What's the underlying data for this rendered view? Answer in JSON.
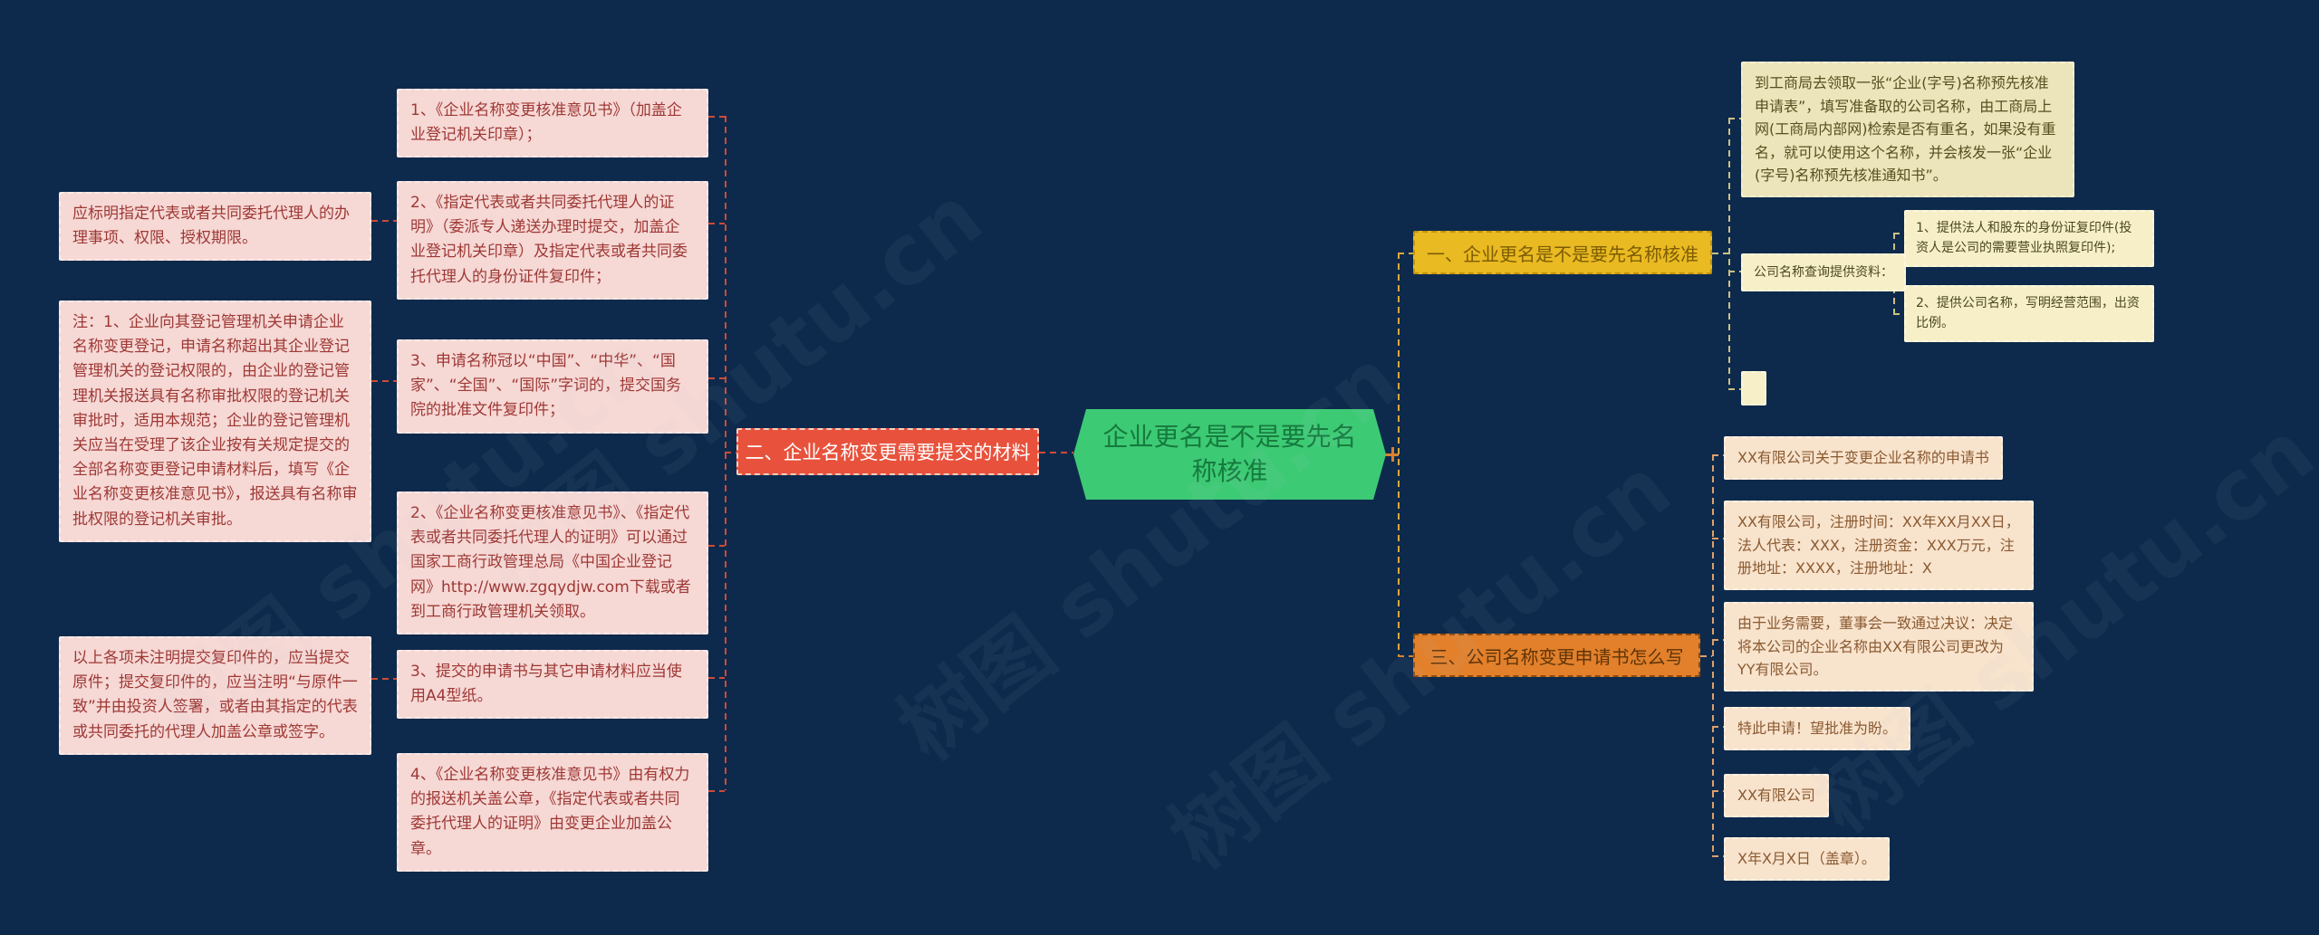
{
  "colors": {
    "background": "#0d2a4c",
    "central_fill": "#3dca74",
    "branch1_fill": "#e9ba21",
    "branch2_fill": "#e8523c",
    "branch3_fill": "#e2802b",
    "left_note_fill": "#f6d8d5",
    "right_khaki_fill": "#ece4bb",
    "right_cream_fill": "#f6efc8",
    "right_peach_fill": "#f8e3cd"
  },
  "watermark": {
    "text": "树图 shutu.cn"
  },
  "central": {
    "text": "企业更名是不是要先名称核准"
  },
  "branch2": {
    "header": "二、企业名称变更需要提交的材料",
    "items": [
      "1、《企业名称变更核准意见书》（加盖企业登记机关印章）；",
      "2、《指定代表或者共同委托代理人的证明》（委派专人递送办理时提交，加盖企业登记机关印章）及指定代表或者共同委托代理人的身份证件复印件；",
      "3、申请名称冠以“中国”、“中华”、“国家”、“全国”、“国际”字词的，提交国务院的批准文件复印件；",
      "2、《企业名称变更核准意见书》、《指定代表或者共同委托代理人的证明》可以通过国家工商行政管理总局《中国企业登记网》http://www.zgqydjw.com下载或者到工商行政管理机关领取。",
      "3、提交的申请书与其它申请材料应当使用A4型纸。",
      "4、《企业名称变更核准意见书》由有权力的报送机关盖公章，《指定代表或者共同委托代理人的证明》由变更企业加盖公章。"
    ],
    "notes": [
      "应标明指定代表或者共同委托代理人的办理事项、权限、授权期限。",
      "注：1、企业向其登记管理机关申请企业名称变更登记，申请名称超出其企业登记管理机关的登记权限的，由企业的登记管理机关报送具有名称审批权限的登记机关审批时，适用本规范；企业的登记管理机关应当在受理了该企业按有关规定提交的全部名称变更登记申请材料后，填写《企业名称变更核准意见书》，报送具有名称审批权限的登记机关审批。",
      "以上各项未注明提交复印件的，应当提交原件；提交复印件的，应当注明“与原件一致”并由投资人签署，或者由其指定的代表或共同委托的代理人加盖公章或签字。"
    ]
  },
  "branch1": {
    "header": "一、企业更名是不是要先名称核准",
    "intro": "到工商局去领取一张“企业(字号)名称预先核准申请表”，填写准备取的公司名称，由工商局上网(工商局内部网)检索是否有重名，如果没有重名，就可以使用这个名称，并会核发一张“企业(字号)名称预先核准通知书”。",
    "query": {
      "label": "公司名称查询提供资料：",
      "items": [
        "1、提供法人和股东的身份证复印件(投资人是公司的需要营业执照复印件);",
        "2、提供公司名称，写明经营范围，出资比例。"
      ]
    },
    "empty_note": ""
  },
  "branch3": {
    "header": "三、公司名称变更申请书怎么写",
    "items": [
      "XX有限公司关于变更企业名称的申请书",
      "XX有限公司，注册时间：XX年XX月XX日，法人代表：XXX，注册资金：XXX万元，注册地址：XXXX，注册地址：X",
      "由于业务需要，董事会一致通过决议：决定将本公司的企业名称由XX有限公司更改为YY有限公司。",
      "特此申请！望批准为盼。",
      "XX有限公司",
      "X年X月X日（盖章）。"
    ]
  }
}
